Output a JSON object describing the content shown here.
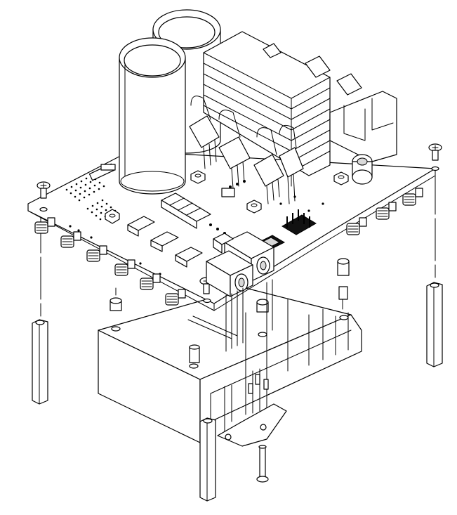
{
  "figure": {
    "kind": "exploded-assembly-drawing",
    "subject": "power-amplifier-module",
    "background_color": "#ffffff",
    "line_color": "#000000",
    "parts": [
      "circuit-board",
      "electrolytic-capacitor",
      "electrolytic-capacitor",
      "power-transistor-heatsink",
      "power-transistor",
      "power-transistor",
      "power-transistor",
      "power-transistor",
      "main-heatsink",
      "hex-standoff",
      "hex-standoff",
      "hex-standoff",
      "mounting-screw",
      "rf-connector",
      "connector-header",
      "pin-header"
    ]
  }
}
